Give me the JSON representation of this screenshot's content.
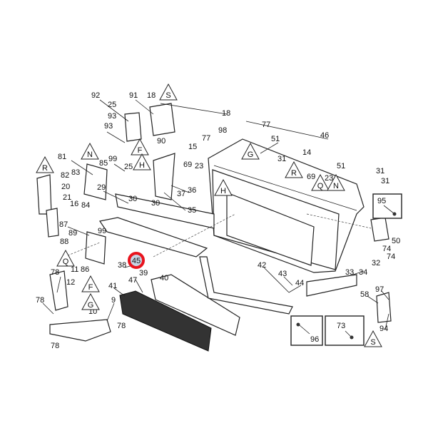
{
  "diagram": {
    "highlight_callout": "45",
    "highlight_color": "#e8141e",
    "highlight_fill": "#c8d4e4",
    "labels": [
      "92",
      "91",
      "18",
      "25",
      "93",
      "93",
      "18",
      "98",
      "77",
      "77",
      "46",
      "51",
      "14",
      "15",
      "90",
      "81",
      "99",
      "85",
      "25",
      "23",
      "69",
      "31",
      "31",
      "51",
      "83",
      "82",
      "69",
      "23",
      "31",
      "36",
      "37",
      "35",
      "29",
      "30",
      "30",
      "20",
      "21",
      "16",
      "84",
      "87",
      "89",
      "88",
      "99",
      "50",
      "74",
      "74",
      "11",
      "86",
      "38",
      "39",
      "40",
      "47",
      "41",
      "78",
      "12",
      "78",
      "10",
      "9",
      "78",
      "78",
      "42",
      "43",
      "44",
      "33",
      "34",
      "32",
      "58",
      "97",
      "94"
    ],
    "reference_triangles": [
      "S",
      "N",
      "F",
      "G",
      "H",
      "R",
      "R",
      "Q",
      "N",
      "H",
      "Q",
      "F",
      "G",
      "S"
    ],
    "boxed_parts": [
      "95",
      "96",
      "73"
    ]
  }
}
